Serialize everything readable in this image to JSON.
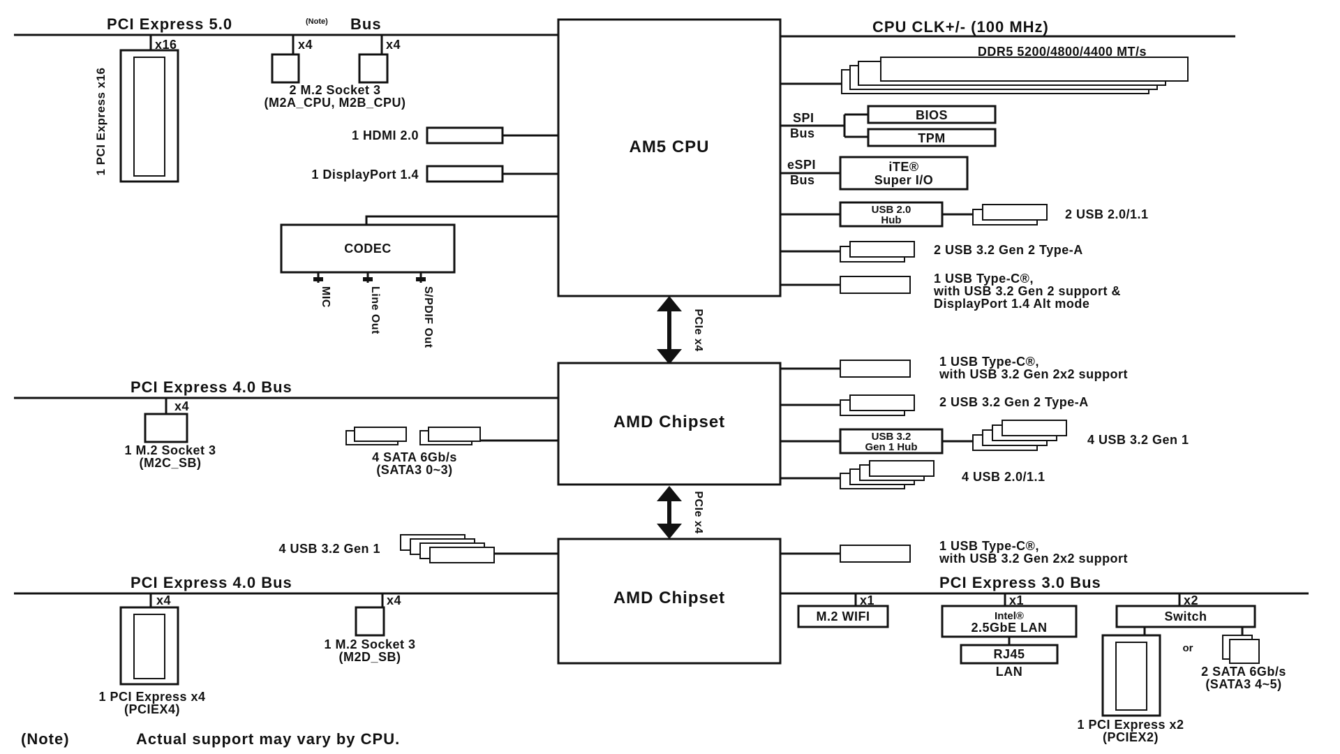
{
  "cpu": {
    "pcie5_bus": "PCI Express 5.0",
    "pcie5_note": "(Note)",
    "pcie5_bus_suffix": "Bus",
    "x16": "x16",
    "x4_a": "x4",
    "x4_b": "x4",
    "pcie_x16_slot": "1 PCI Express x16",
    "m2_cpu_line1": "2 M.2 Socket 3",
    "m2_cpu_line2": "(M2A_CPU, M2B_CPU)",
    "hdmi": "1 HDMI 2.0",
    "displayport": "1 DisplayPort 1.4",
    "codec": "CODEC",
    "mic": "MIC",
    "line_out": "Line Out",
    "spdif_out": "S/PDIF Out",
    "title": "AM5 CPU",
    "clk": "CPU CLK+/- (100 MHz)",
    "ddr5": "DDR5 5200/4800/4400 MT/s",
    "spi": "SPI",
    "spi_bus": "Bus",
    "bios": "BIOS",
    "tpm": "TPM",
    "espi": "eSPI",
    "espi_bus": "Bus",
    "ite_line1": "iTE®",
    "ite_line2": "Super I/O",
    "usb2_hub_line1": "USB 2.0",
    "usb2_hub_line2": "Hub",
    "usb2_ports": "2 USB 2.0/1.1",
    "usb32g2_typea": "2 USB 3.2 Gen 2 Type-A",
    "typec_line1": "1 USB Type-C®,",
    "typec_line2": "with USB 3.2 Gen 2 support &",
    "typec_line3": "DisplayPort 1.4 Alt mode",
    "link1": "PCIe x4"
  },
  "chipset1": {
    "title": "AMD Chipset",
    "pcie4_bus": "PCI Express 4.0 Bus",
    "x4": "x4",
    "m2c_line1": "1 M.2 Socket 3",
    "m2c_line2": "(M2C_SB)",
    "sata_line1": "4 SATA 6Gb/s",
    "sata_line2": "(SATA3 0~3)",
    "typec_line1": "1 USB Type-C®,",
    "typec_line2": "with USB 3.2 Gen 2x2 support",
    "usb32g2_typea": "2 USB 3.2 Gen 2 Type-A",
    "hub_line1": "USB 3.2",
    "hub_line2": "Gen 1 Hub",
    "usb32g1": "4 USB 3.2 Gen 1",
    "usb2": "4 USB 2.0/1.1",
    "link2": "PCIe x4"
  },
  "chipset2": {
    "title": "AMD Chipset",
    "usb32g1": "4 USB 3.2 Gen 1",
    "pcie4_bus": "PCI Express 4.0 Bus",
    "x4_a": "x4",
    "x4_b": "x4",
    "pciex4_line1": "1 PCI Express x4",
    "pciex4_line2": "(PCIEX4)",
    "m2d_line1": "1 M.2 Socket 3",
    "m2d_line2": "(M2D_SB)",
    "typec_line1": "1 USB Type-C®,",
    "typec_line2": "with USB 3.2 Gen 2x2 support",
    "pcie3_bus": "PCI Express 3.0 Bus",
    "x1_a": "x1",
    "x1_b": "x1",
    "x2": "x2",
    "m2_wifi": "M.2 WIFI",
    "lan_line1": "Intel®",
    "lan_line2": "2.5GbE LAN",
    "rj45": "RJ45",
    "lan": "LAN",
    "switch": "Switch",
    "or": "or",
    "sata_line1": "2 SATA 6Gb/s",
    "sata_line2": "(SATA3 4~5)",
    "pciex2_line1": "1 PCI Express x2",
    "pciex2_line2": "(PCIEX2)"
  },
  "footnote": {
    "marker": "(Note)",
    "text": "Actual support may vary by CPU."
  }
}
